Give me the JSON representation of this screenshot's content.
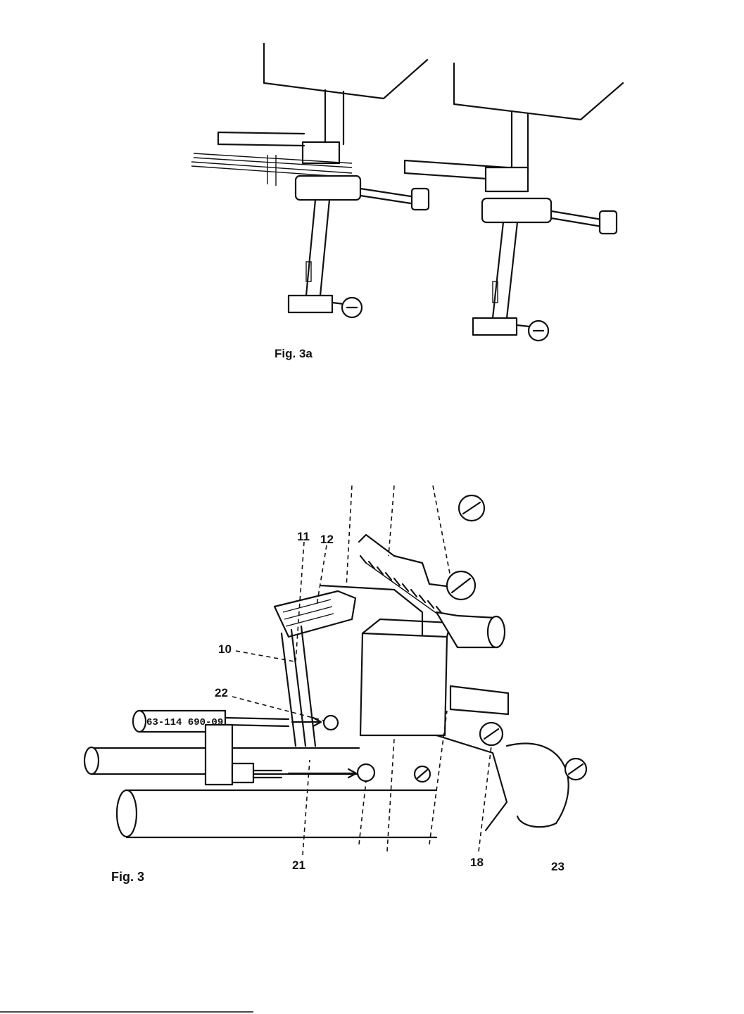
{
  "figure_3a": {
    "caption": "Fig. 3a"
  },
  "figure_3": {
    "caption": "Fig. 3",
    "tool_part_number": "63-114 690-09",
    "callouts": {
      "c10": "10",
      "c11": "11",
      "c12": "12",
      "c22": "22",
      "c21": "21",
      "c18": "18",
      "c23": "23"
    }
  },
  "colors": {
    "ink": "#111111",
    "paper": "#ffffff"
  }
}
